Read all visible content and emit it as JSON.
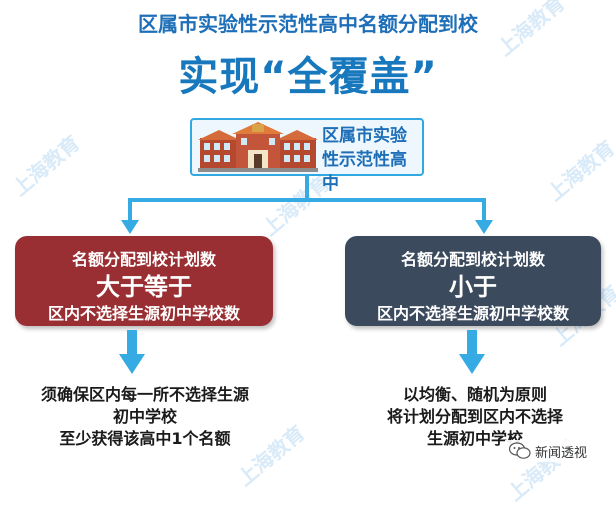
{
  "watermark": {
    "text": "上海教育"
  },
  "header": {
    "subtitle": "区属市实验性示范性高中名额分配到校",
    "title": "实现“全覆盖”"
  },
  "school": {
    "label": "区属市实验性示范性高中"
  },
  "left_card": {
    "line1": "名额分配到校计划数",
    "line2": "大于等于",
    "line3": "区内不选择生源初中学校数",
    "color": "#9a2f33"
  },
  "right_card": {
    "line1": "名额分配到校计划数",
    "line2": "小于",
    "line3": "区内不选择生源初中学校数",
    "color": "#3b4a5d"
  },
  "left_desc": {
    "line1": "须确保区内每一所不选择生源",
    "line2": "初中学校",
    "line3": "至少获得该高中1个名额"
  },
  "right_desc": {
    "line1": "以均衡、随机为原则",
    "line2": "将计划分配到区内不选择",
    "line3": "生源初中学校"
  },
  "badge": {
    "text": "新闻透视",
    "icon": "wechat-icon"
  },
  "colors": {
    "accent": "#1878bd",
    "connector": "#35aae3"
  }
}
